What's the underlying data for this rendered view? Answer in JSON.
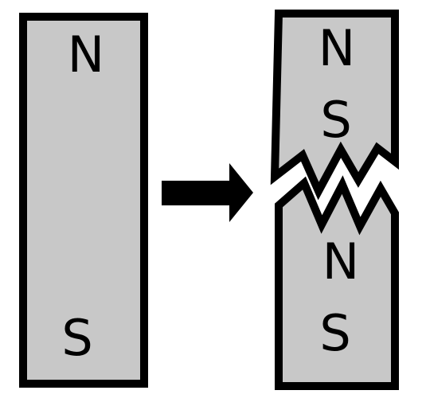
{
  "colors": {
    "magnet_fill": "#c8c8c8",
    "outline": "#000000",
    "arrow": "#000000",
    "background": "#ffffff"
  },
  "magnet_whole": {
    "north_label": "N",
    "south_label": "S"
  },
  "magnet_broken": {
    "top_piece": {
      "north_label": "N",
      "south_label": "S"
    },
    "bottom_piece": {
      "north_label": "N",
      "south_label": "S"
    }
  },
  "arrow": {
    "icon": "right-arrow-icon"
  },
  "break_icon": "jagged-break-icon"
}
